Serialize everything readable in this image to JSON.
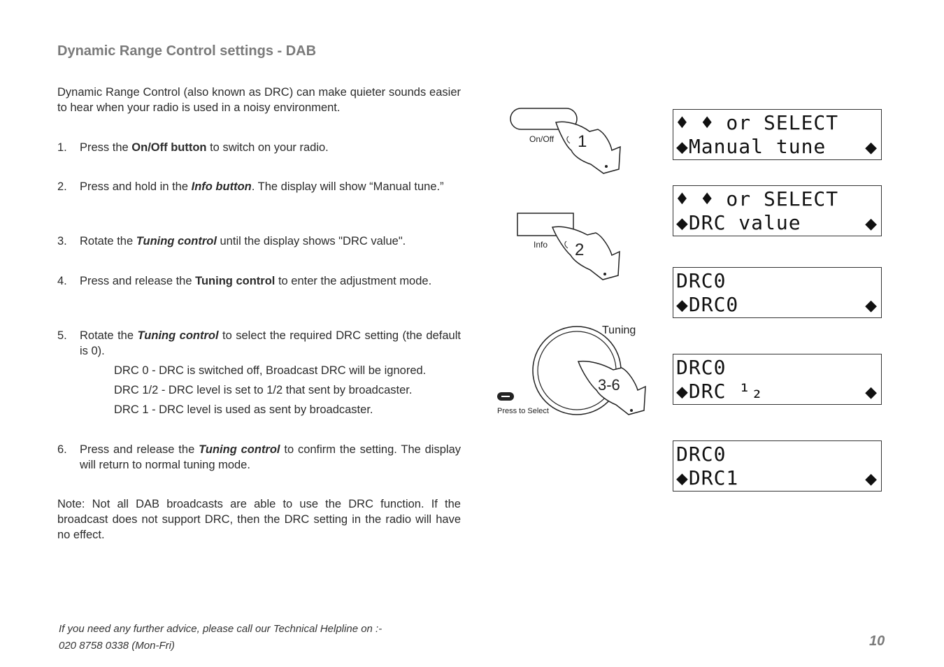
{
  "title": "Dynamic Range Control settings - DAB",
  "intro": "Dynamic Range Control (also known as DRC) can make quieter sounds easier to hear when your radio is used in a noisy environment.",
  "steps": [
    {
      "num": "1.",
      "pre": "Press the ",
      "strong": "On/Off button",
      "post": " to switch on your radio."
    },
    {
      "num": "2.",
      "pre": "Press and hold in the ",
      "strong": "Info button",
      "post": ". The display will show “Manual tune.”"
    },
    {
      "num": "3.",
      "pre": "Rotate the ",
      "strong": "Tuning control",
      "post": " until the display shows \"DRC value\"."
    },
    {
      "num": "4.",
      "pre": "Press and release the ",
      "strong": "Tuning control",
      "post": " to enter the adjustment mode."
    },
    {
      "num": "5.",
      "pre": "Rotate the ",
      "strong": "Tuning control",
      "post": " to select the required DRC setting (the default is 0)."
    },
    {
      "num": "6.",
      "pre": "Press and release the ",
      "strong": "Tuning control",
      "post": " to confirm the setting. The display will return to normal tuning mode."
    }
  ],
  "drc_options": [
    "DRC 0 - DRC is switched off, Broadcast DRC will be ignored.",
    "DRC 1/2 - DRC level is set to 1/2 that sent by broadcaster.",
    "DRC 1 - DRC level is used as sent by broadcaster."
  ],
  "note": "Note: Not all DAB broadcasts are able to use the DRC function. If the broadcast does not support DRC, then the DRC setting in the radio will have no effect.",
  "footer": {
    "line1": "If you need any further advice, please call our Technical Helpline on :-",
    "line2": "020 8758 0338 (Mon-Fri)"
  },
  "page_number": "10",
  "illustrations": {
    "onoff_label": "On/Off",
    "onoff_step": "1",
    "info_label": "Info",
    "info_step": "2",
    "tuning_label": "Tuning",
    "tuning_step": "3-6",
    "press_label": "Press to Select"
  },
  "displays": [
    {
      "line1": "♦ ♦ or SELECT",
      "line2": "◆Manual tune",
      "arrow": "◆"
    },
    {
      "line1": "♦ ♦ or SELECT",
      "line2": "◆DRC value",
      "arrow": "◆"
    },
    {
      "line1": "DRC0",
      "line2": "◆DRC0",
      "arrow": "◆"
    },
    {
      "line1": "DRC0",
      "line2": "◆DRC ¹₂",
      "arrow": "◆"
    },
    {
      "line1": "DRC0",
      "line2": "◆DRC1",
      "arrow": "◆"
    }
  ]
}
